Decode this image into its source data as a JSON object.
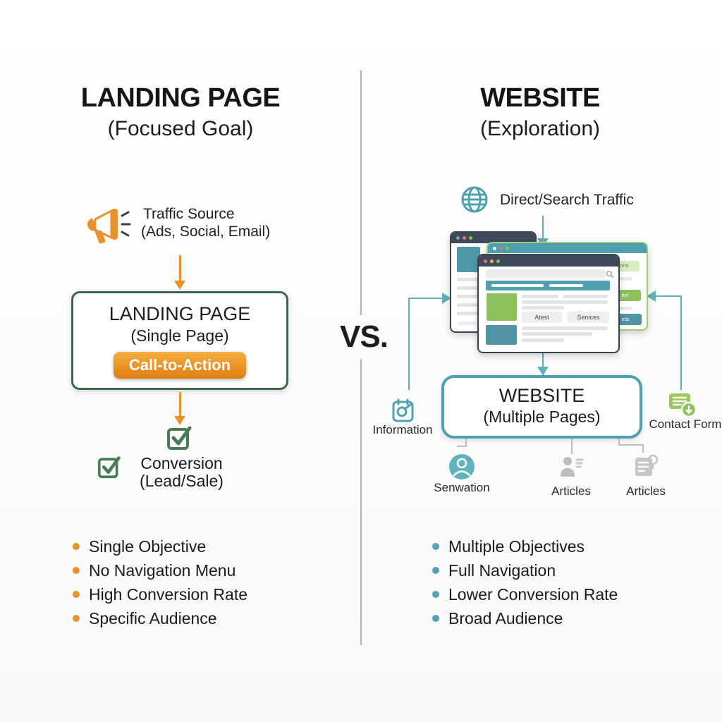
{
  "left": {
    "title": "LANDING PAGE",
    "subtitle": "(Focused Goal)",
    "traffic_line1": "Traffic Source",
    "traffic_line2": "(Ads, Social, Email)",
    "box": {
      "title": "LANDING PAGE",
      "subtitle": "(Single Page)",
      "cta_label": "Call-to-Action"
    },
    "conversion_line1": "Conversion",
    "conversion_line2": "(Lead/Sale)",
    "bullets": [
      "Single Objective",
      "No Navigation Menu",
      "High Conversion Rate",
      "Specific Audience"
    ]
  },
  "center": {
    "vs_label": "VS."
  },
  "right": {
    "title": "WEBSITE",
    "subtitle": "(Exploration)",
    "traffic_label": "Direct/Search Traffic",
    "box": {
      "title": "WEBSITE",
      "subtitle": "(Multiple Pages)"
    },
    "mockup": {
      "nav_button1": "Atest",
      "nav_button2": "Senices",
      "side_button1": "rete",
      "side_button2": "ber",
      "side_button3": "otis"
    },
    "callouts": {
      "information": "Information",
      "contact_form": "Contact Form",
      "senwation": "Senwation",
      "articles1": "Articles",
      "articles2": "Articles"
    },
    "bullets": [
      "Multiple Objectives",
      "Full Navigation",
      "Lower Conversion Rate",
      "Broad Audience"
    ]
  },
  "icons": {
    "megaphone": "megaphone-icon",
    "globe": "globe-icon",
    "checkbox": "check-square-icon",
    "clipboard": "clipboard-check-icon",
    "contact": "contact-form-icon",
    "person": "person-circle-icon",
    "people": "people-icon",
    "document": "document-icon",
    "search": "search-icon"
  },
  "colors": {
    "orange": "#e8912d",
    "orange_cta_top": "#f6ae3f",
    "orange_cta_bottom": "#e07d10",
    "teal": "#62aebb",
    "teal_border": "#4fa0af",
    "green_dark": "#3a664c",
    "green_light": "#8ec05c",
    "slate_header": "#3e4a5a",
    "divider_gray": "#b2b2b2",
    "muted_gray": "#bdbdbd"
  }
}
